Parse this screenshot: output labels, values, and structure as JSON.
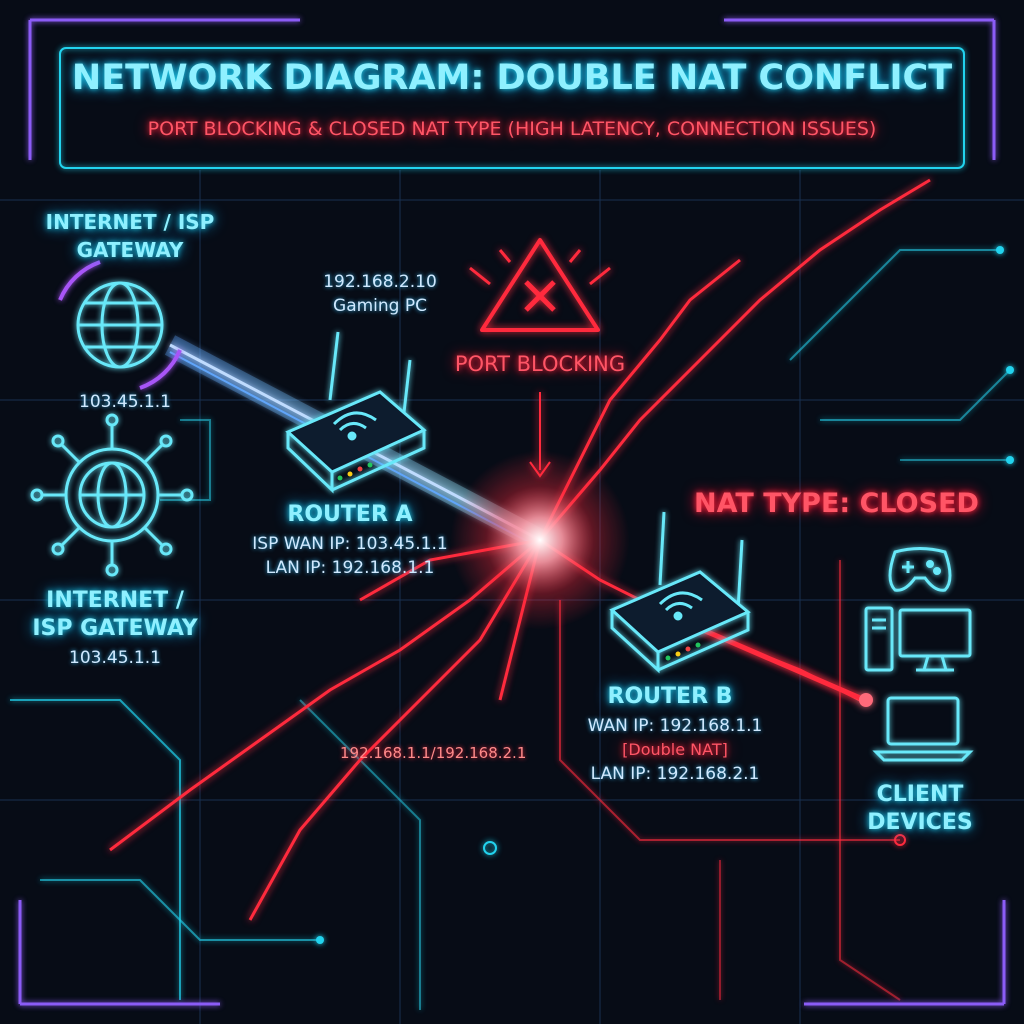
{
  "header": {
    "title": "NETWORK DIAGRAM: DOUBLE NAT CONFLICT",
    "subtitle": "PORT BLOCKING & CLOSED NAT TYPE (HIGH LATENCY, CONNECTION ISSUES)"
  },
  "isp_top": {
    "label_line1": "INTERNET / ISP",
    "label_line2": "GATEWAY",
    "ip": "103.45.1.1",
    "icon": "globe-icon"
  },
  "isp_bottom": {
    "label_line1": "INTERNET /",
    "label_line2": "ISP GATEWAY",
    "ip": "103.45.1.1",
    "icon": "globe-network-icon"
  },
  "gaming_pc": {
    "ip": "192.168.2.10",
    "label": "Gaming PC"
  },
  "router_a": {
    "name": "ROUTER A",
    "wan": "ISP WAN IP: 103.45.1.1",
    "lan": "LAN IP: 192.168.1.1",
    "icon": "router-icon"
  },
  "router_b": {
    "name": "ROUTER B",
    "wan": "WAN IP: 192.168.1.1",
    "flag": "[Double NAT]",
    "lan": "LAN IP: 192.168.2.1",
    "icon": "router-icon"
  },
  "warning": {
    "label": "PORT BLOCKING",
    "icon": "warning-x-icon"
  },
  "nat_type": {
    "label": "NAT TYPE: CLOSED"
  },
  "link_label": "192.168.1.1/192.168.2.1",
  "clients": {
    "label_line1": "CLIENT",
    "label_line2": "DEVICES",
    "icons": [
      "gamepad-icon",
      "desktop-pc-icon",
      "laptop-icon"
    ]
  },
  "colors": {
    "cyan": "#22d3ee",
    "red": "#ff2a3d",
    "background": "#070c16",
    "purple": "#8b5cf6"
  }
}
